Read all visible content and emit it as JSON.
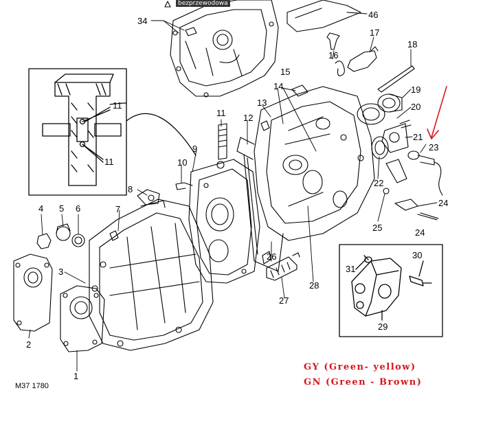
{
  "watermark": "bezprzewodowa",
  "drawing_ref": "M37 1780",
  "legend": {
    "gy": "GY (Green- yellow)",
    "gn": "GN (Green - Brown)"
  },
  "callouts": {
    "c1": "1",
    "c2": "2",
    "c3": "3",
    "c4": "4",
    "c5": "5",
    "c6": "6",
    "c7": "7",
    "c8": "8",
    "c9": "9",
    "c10": "10",
    "c11a": "11",
    "c11b": "11",
    "c11c": "11",
    "c12": "12",
    "c13": "13",
    "c14": "14",
    "c15": "15",
    "c16": "16",
    "c17": "17",
    "c18": "18",
    "c19": "19",
    "c20": "20",
    "c21": "21",
    "c22": "22",
    "c23": "23",
    "c24a": "24",
    "c24b": "24",
    "c25": "25",
    "c26": "26",
    "c27": "27",
    "c28": "28",
    "c29": "29",
    "c30": "30",
    "c31": "31",
    "c34": "34",
    "c46": "46"
  },
  "colors": {
    "annotation_red": "#d8141c",
    "line": "#000000"
  }
}
